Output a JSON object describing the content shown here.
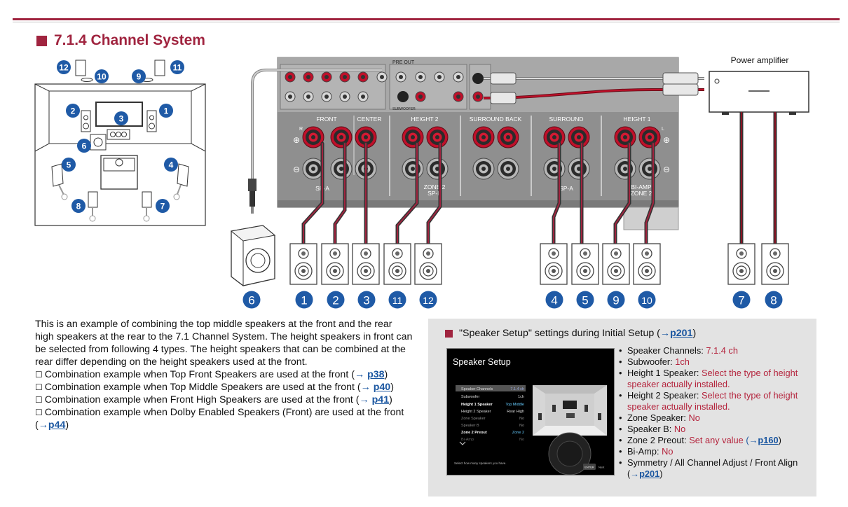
{
  "header": {
    "title": "7.1.4 Channel System"
  },
  "diagram": {
    "power_amp_label": "Power amplifier",
    "terminal_labels": {
      "front": "FRONT",
      "center": "CENTER",
      "height2": "HEIGHT 2",
      "surround_back": "SURROUND BACK",
      "surround": "SURROUND",
      "height1": "HEIGHT 1",
      "sp_a_left": "SP-A",
      "zone2_sp_b": "ZONE 2\nSP-B",
      "sp_a_right": "SP-A",
      "biamp_zone2": "BI-AMP\nZONE 2",
      "r": "R",
      "l": "L",
      "pre_out": "PRE OUT",
      "subwoofer": "SUBWOOFER"
    },
    "room_numbers": [
      "12",
      "10",
      "9",
      "11",
      "2",
      "3",
      "1",
      "6",
      "5",
      "4",
      "8",
      "7"
    ],
    "speaker_numbers": [
      "6",
      "1",
      "2",
      "3",
      "11",
      "12",
      "4",
      "5",
      "9",
      "10",
      "7",
      "8"
    ]
  },
  "description": {
    "intro": "This is an example of combining the top middle speakers at the front and the rear high speakers at the rear to the 7.1 Channel System. The height speakers in front can be selected from following 4 types. The height speakers that can be combined at the rear differ depending on the height speakers used at the front.",
    "items": [
      {
        "text": "Combination example when Top Front Speakers are used at the front (",
        "arrow": "→",
        "link": "p38",
        "close": ")"
      },
      {
        "text": "Combination example when Top Middle Speakers are used at the front (",
        "arrow": "→",
        "link": "p40",
        "close": ")"
      },
      {
        "text": "Combination example when Front High Speakers are used at the front (",
        "arrow": "→",
        "link": "p41",
        "close": ")"
      },
      {
        "text": "Combination example when Dolby Enabled Speakers (Front) are used at the front (",
        "arrow": "→",
        "link": "p44",
        "close": ")"
      }
    ]
  },
  "setup_panel": {
    "title_prefix": "\"Speaker Setup\" settings during Initial Setup (",
    "title_arrow": "→",
    "title_link": "p201",
    "title_close": ")",
    "screen_title": "Speaker Setup",
    "screen_rows": [
      {
        "label": "Speaker Channels",
        "value": "7.1.4 ch"
      },
      {
        "label": "Subwoofer",
        "value": "1ch"
      },
      {
        "label": "Height 1 Speaker",
        "value": "Top Middle"
      },
      {
        "label": "Height 2 Speaker",
        "value": "Rear High"
      },
      {
        "label": "Zone Speaker",
        "value": "No"
      },
      {
        "label": "Speaker B",
        "value": "No"
      },
      {
        "label": "Zone 2 Preout",
        "value": "Zone 2"
      },
      {
        "label": "Bi-Amp",
        "value": "No"
      }
    ],
    "screen_footer": "Select how many speakers you have.",
    "screen_enter": "ENTER",
    "screen_next": "Next",
    "settings": [
      {
        "label": "Speaker Channels: ",
        "value": "7.1.4 ch"
      },
      {
        "label": "Subwoofer: ",
        "value": "1ch"
      },
      {
        "label": "Height 1 Speaker: ",
        "value": "Select the type of height speaker actually installed."
      },
      {
        "label": "Height 2 Speaker: ",
        "value": "Select the type of height speaker actually installed."
      },
      {
        "label": "Zone Speaker: ",
        "value": "No"
      },
      {
        "label": "Speaker B: ",
        "value": "No"
      },
      {
        "label": "Zone 2 Preout: ",
        "value": "Set any value",
        "ref_arrow": "(→",
        "ref": "p160",
        "ref_close": ")"
      },
      {
        "label": "Bi-Amp: ",
        "value": "No"
      },
      {
        "label": "Symmetry / All Channel Adjust / Front Align (",
        "value": "",
        "ref_arrow": "→",
        "ref": "p201",
        "ref_close": ")"
      }
    ]
  },
  "colors": {
    "brand": "#a0243f",
    "link": "#1a56a0",
    "badge": "#1f5aa6",
    "value_red": "#b4233c",
    "panel_bg": "#e3e3e3"
  }
}
